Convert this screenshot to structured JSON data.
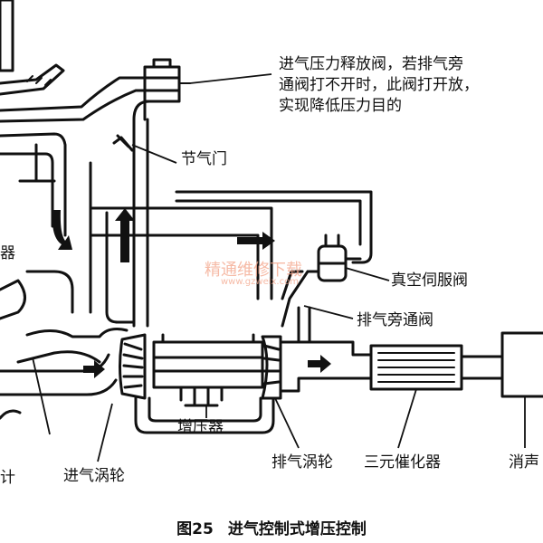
{
  "labels": {
    "pressure_relief_valve": [
      "进气压力释放阀，若排气旁",
      "通阀打不开时，此阀打开放，",
      "实现降低压力目的"
    ],
    "throttle": "节气门",
    "vacuum_servo": "真空伺服阀",
    "bypass_valve": "排气旁通阀",
    "turbocharger": "增压器",
    "intake_turbine": "进气涡轮",
    "exhaust_turbine": "排气涡轮",
    "catalytic_converter": "三元催化器",
    "left_fragment_1": "器",
    "left_fragment_2": "计",
    "right_fragment": "消声"
  },
  "caption": {
    "figure_no": "图25",
    "title": "进气控制式增压控制"
  },
  "watermark": {
    "cn": "精通维修下载",
    "url": "www.gzweix.com"
  },
  "colors": {
    "line": "#111111",
    "watermark": "#f3a489"
  }
}
